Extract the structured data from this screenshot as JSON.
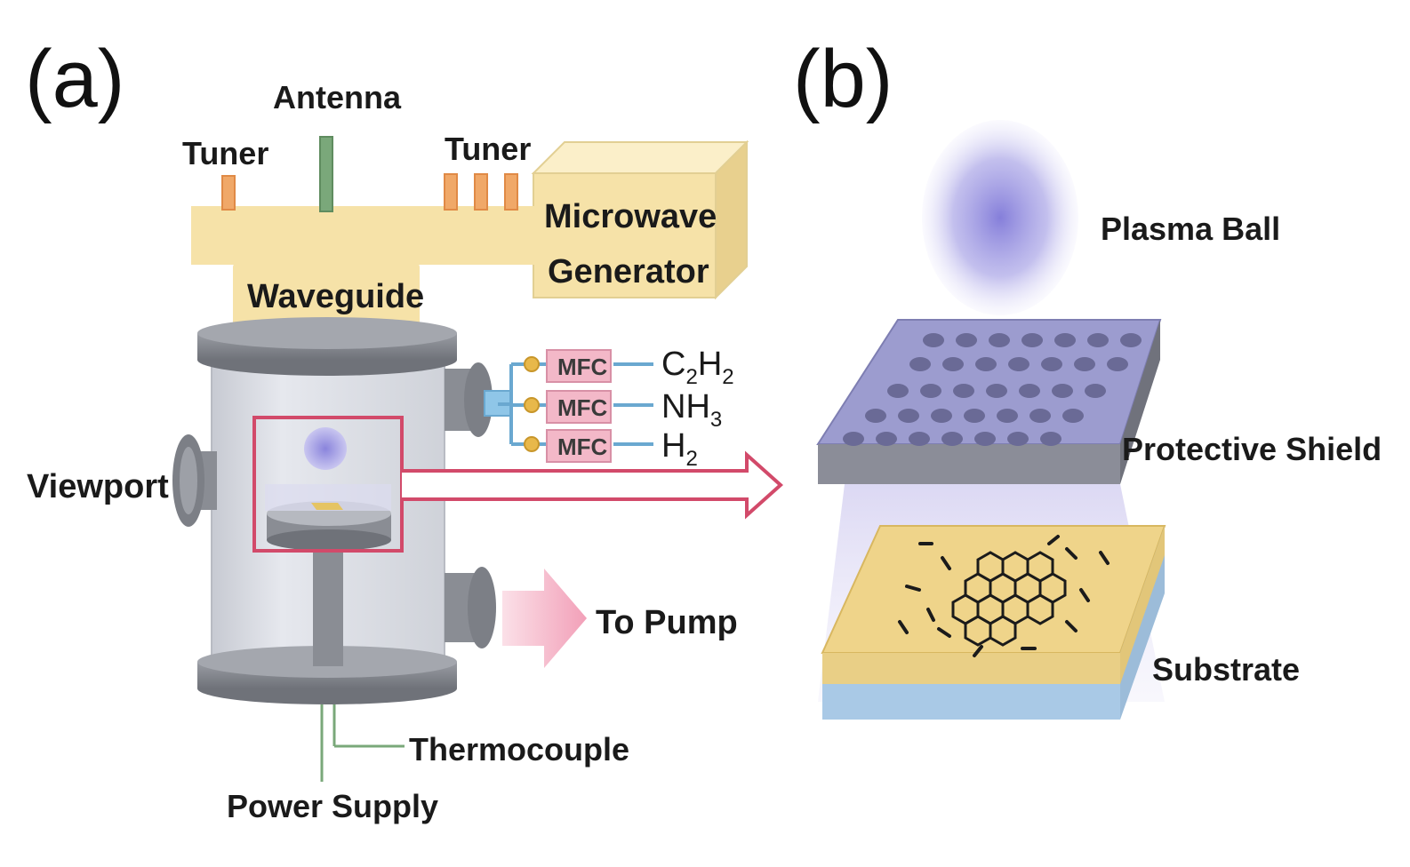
{
  "panels": {
    "a": "(a)",
    "b": "(b)"
  },
  "labels": {
    "antenna": "Antenna",
    "tuner_left": "Tuner",
    "tuner_right": "Tuner",
    "microwave_line1": "Microwave",
    "microwave_line2": "Generator",
    "waveguide": "Waveguide",
    "viewport": "Viewport",
    "to_pump": "To Pump",
    "thermocouple": "Thermocouple",
    "power_supply": "Power Supply",
    "plasma_ball": "Plasma Ball",
    "protective_shield": "Protective Shield",
    "substrate": "Substrate"
  },
  "mfc": {
    "label": "MFC",
    "gases": [
      {
        "base": "C",
        "sub1": "2",
        "mid": "H",
        "sub2": "2"
      },
      {
        "base": "NH",
        "sub1": "3",
        "mid": "",
        "sub2": ""
      },
      {
        "base": "H",
        "sub1": "2",
        "mid": "",
        "sub2": ""
      }
    ]
  },
  "colors": {
    "waveguide": "#f6e2a8",
    "tuner": "#f0a868",
    "antenna": "#7aa87a",
    "chamber": "#d9dce3",
    "metal": "#8a8d94",
    "mfc": "#f3b8c8",
    "pipe": "#8fc6e8",
    "highlight": "#d24a6a",
    "pump_arrow": "#f3a9bd",
    "plasma": "#8a84d8",
    "shield": "#8f8fc9",
    "substrate_top": "#efd48a",
    "substrate_side": "#a9c9e6"
  }
}
